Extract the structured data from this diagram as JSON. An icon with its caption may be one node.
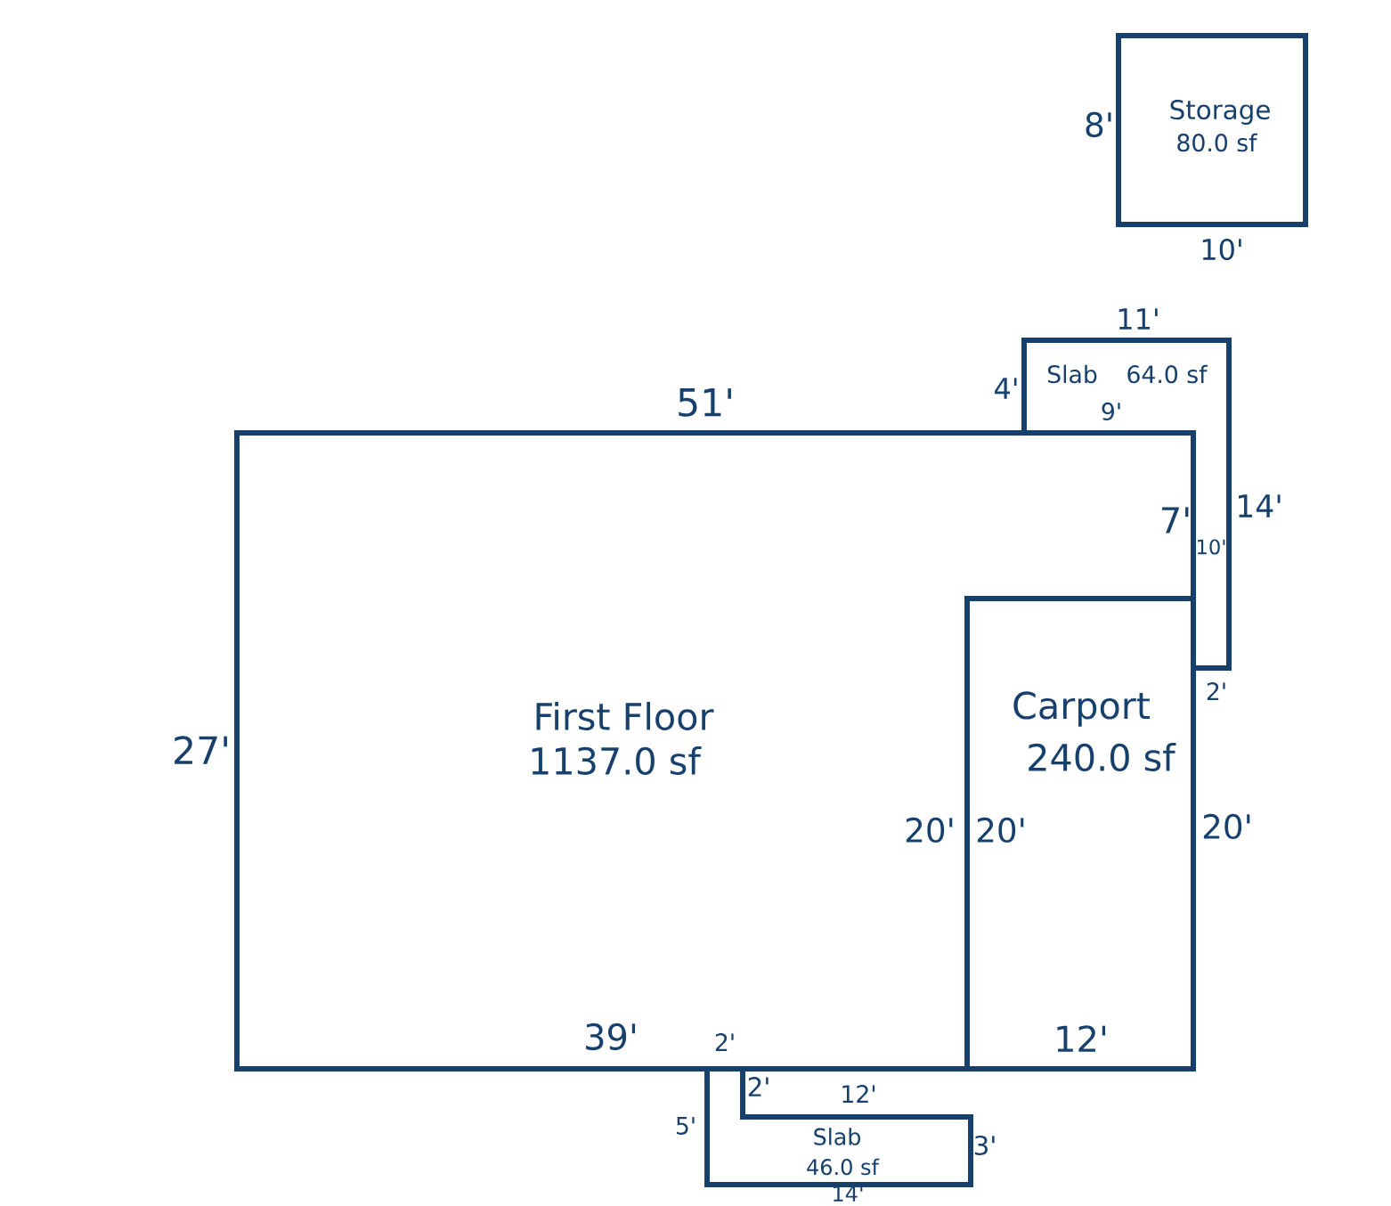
{
  "diagram": {
    "nodes": [
      {
        "text": [
          "First Floor",
          "1137.0 sf"
        ]
      },
      {
        "text": [
          "Carport",
          "240.0 sf"
        ],
        "in": 0
      },
      {
        "text": [
          "Slab",
          "64.0 sf"
        ]
      },
      {
        "text": [
          "Storage",
          "80.0 sf"
        ]
      },
      {
        "text": [
          "Slab",
          "46.0 sf"
        ]
      }
    ],
    "labels": [
      "8'",
      "10'",
      "11'",
      "51'",
      "4'",
      "9'",
      "7'",
      "10'",
      "14'",
      "2'",
      "27'",
      "20'",
      "20'",
      "20'",
      "39'",
      "2'",
      "12'",
      "2'",
      "12'",
      "5'",
      "3'",
      "14'"
    ]
  }
}
